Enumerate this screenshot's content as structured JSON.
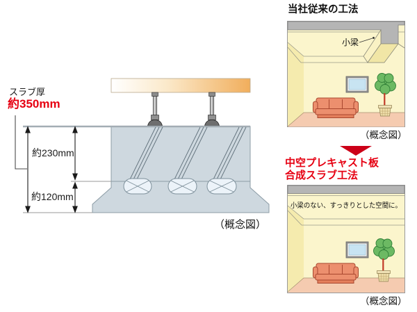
{
  "left_diagram": {
    "slab_thickness_label": "スラブ厚",
    "slab_thickness_value": "約350mm",
    "dim_upper": "約230mm",
    "dim_lower": "約120mm",
    "caption": "（概念図）"
  },
  "right_panel": {
    "conventional": {
      "title": "当社従来の工法",
      "beam_label": "小梁",
      "caption": "（概念図）"
    },
    "new_method": {
      "title_line1": "中空プレキャスト板",
      "title_line2": "合成スラブ工法",
      "room_note": "小梁のない、すっきりとした空間に。",
      "caption": "（概念図）"
    }
  },
  "colors": {
    "accent_red": "#e60012",
    "arrow_red": "#cc0018",
    "slab_fill": "#ced8df",
    "core_fill": "#ecf3f9",
    "board_orange": "#f1ae5c",
    "room_wall": "#fbf5cc",
    "room_left_wall": "#f5ebae",
    "room_floor": "#f5cbb0",
    "concrete_gray": "#b5b5b5",
    "sofa": "#ec8f6e",
    "plant_green": "#6cb963",
    "window_glass": "#c8e4f2"
  }
}
